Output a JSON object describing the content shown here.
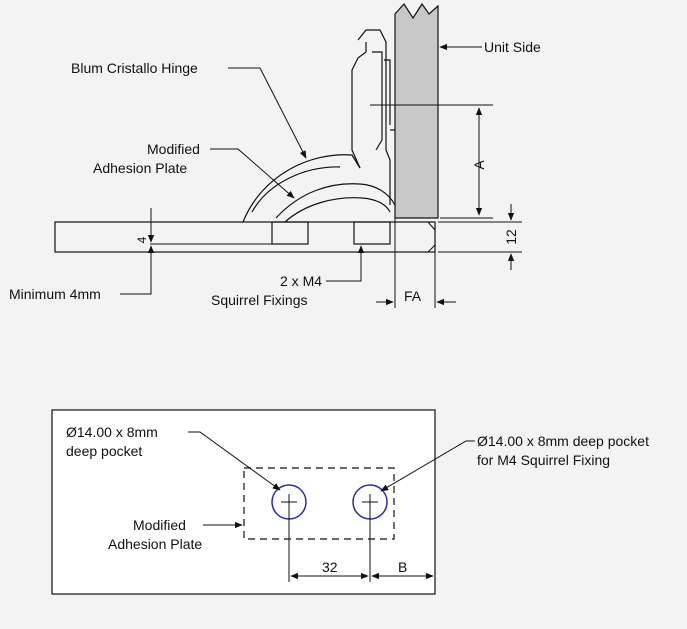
{
  "side_view": {
    "unit_side": "Unit Side",
    "hinge": "Blum Cristallo Hinge",
    "adhesion_plate_line1": "Modified",
    "adhesion_plate_line2": "Adhesion Plate",
    "dim_a": "A",
    "dim_12": "12",
    "dim_4": "4",
    "minimum": "Minimum 4mm",
    "fixings_line1": "2 x M4",
    "fixings_line2": "Squirrel Fixings",
    "dim_fa": "FA"
  },
  "plan_view": {
    "pocket_left_line1": "Ø14.00 x 8mm",
    "pocket_left_line2": "deep pocket",
    "pocket_right_line1": "Ø14.00 x 8mm deep pocket",
    "pocket_right_line2": "for M4 Squirrel Fixing",
    "adhesion_plate_line1": "Modified",
    "adhesion_plate_line2": "Adhesion Plate",
    "dim_32": "32",
    "dim_b": "B"
  },
  "colors": {
    "background": "#f3f3f3",
    "unit_side_fill": "#c8c8c8",
    "pocket_circle": "#2a2ab8"
  }
}
